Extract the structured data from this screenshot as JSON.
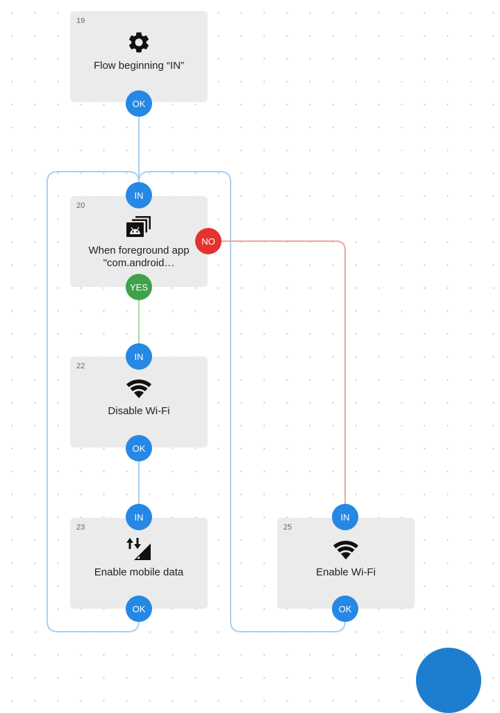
{
  "colors": {
    "block_bg": "#ebebeb",
    "port_blue": "#2588e4",
    "port_green": "#3fa24a",
    "port_red": "#e5322f",
    "wire_blue": "#a8d0f2",
    "wire_green": "#a9d9a4",
    "wire_red": "#f0a39c",
    "fab": "#1d7ed0"
  },
  "blocks": [
    {
      "id": "19",
      "icon": "gear-icon",
      "label": "Flow beginning “IN”",
      "ports": {
        "out": "OK"
      }
    },
    {
      "id": "20",
      "icon": "foreground-app-icon",
      "label": "When foreground app \"com.android…",
      "ports": {
        "in": "IN",
        "yes": "YES",
        "no": "NO"
      }
    },
    {
      "id": "22",
      "icon": "wifi-icon",
      "label": "Disable Wi-Fi",
      "ports": {
        "in": "IN",
        "out": "OK"
      }
    },
    {
      "id": "23",
      "icon": "mobile-data-icon",
      "label": "Enable mobile data",
      "ports": {
        "in": "IN",
        "out": "OK"
      }
    },
    {
      "id": "25",
      "icon": "wifi-icon",
      "label": "Enable Wi-Fi",
      "ports": {
        "in": "IN",
        "out": "OK"
      }
    }
  ]
}
